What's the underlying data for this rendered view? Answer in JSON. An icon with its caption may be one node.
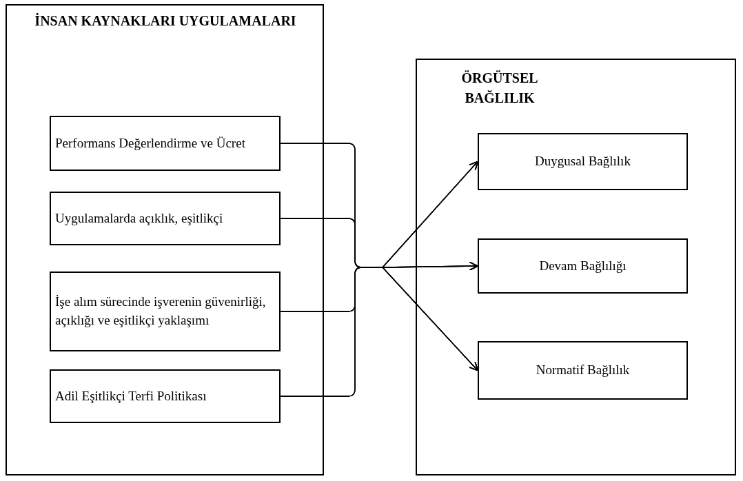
{
  "diagram": {
    "nodes": [
      {
        "text": [
          "İNSAN KAYNAKLARI UYGULAMALARI"
        ]
      },
      {
        "text": [
          "Performans Değerlendirme ve Ücret"
        ],
        "in": 0
      },
      {
        "text": [
          "Uygulamalarda açıklık, eşitlikçi"
        ],
        "in": 0
      },
      {
        "text": [
          "İşe alım sürecinde işverenin güvenirliği, açıklığı ve eşitlikçi yaklaşımı"
        ],
        "in": 0
      },
      {
        "text": [
          "Adil Eşitlikçi Terfi Politikası"
        ],
        "in": 0
      },
      {
        "text": [
          "ÖRGÜTSEL BAĞLILIK"
        ]
      },
      {
        "text": [
          "Duygusal Bağlılık"
        ],
        "in": 5
      },
      {
        "text": [
          "Devam Bağlılığı"
        ],
        "in": 5
      },
      {
        "text": [
          "Normatif Bağlılık"
        ],
        "in": 5
      }
    ],
    "edges": [
      {
        "from": 1,
        "to": 6,
        "arrow": "to"
      },
      {
        "from": 1,
        "to": 7,
        "arrow": "to"
      },
      {
        "from": 1,
        "to": 8,
        "arrow": "to"
      },
      {
        "from": 2,
        "to": 6,
        "arrow": "to"
      },
      {
        "from": 2,
        "to": 7,
        "arrow": "to"
      },
      {
        "from": 2,
        "to": 8,
        "arrow": "to"
      },
      {
        "from": 3,
        "to": 6,
        "arrow": "to"
      },
      {
        "from": 3,
        "to": 7,
        "arrow": "to"
      },
      {
        "from": 3,
        "to": 8,
        "arrow": "to"
      },
      {
        "from": 4,
        "to": 6,
        "arrow": "to"
      },
      {
        "from": 4,
        "to": 7,
        "arrow": "to"
      },
      {
        "from": 4,
        "to": 8,
        "arrow": "to"
      }
    ]
  }
}
